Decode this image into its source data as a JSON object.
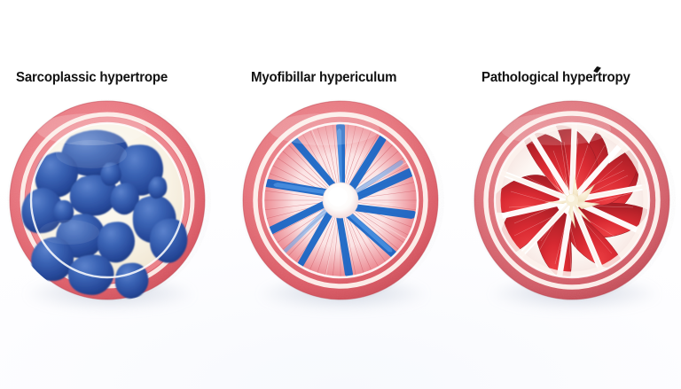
{
  "figure": {
    "background_color": "#fdfdff",
    "kind": "medical-illustration",
    "description": "Three muscle fiber cross-section illustrations shown side by side, each with a bold caption above it."
  },
  "panels": [
    {
      "id": "panel-sarcoplasmic",
      "label": "Sarcoplassic hypertrope",
      "label_has_artifact": false,
      "icon_name": "muscle-cross-section-sarcoplasmic",
      "appearance": "Round cross-section with a thick pink-red outer ring and many large rounded deep-blue fiber bundles separated by cream-white septa.",
      "fiber_color": "#2c57aa",
      "ring_color": "#e8737c",
      "septa_color": "#f6f0e2",
      "fiber_count": 18
    },
    {
      "id": "panel-myofibrillar",
      "label": "Myofibillar hypericulum",
      "label_has_artifact": false,
      "icon_name": "muscle-cross-section-myofibrillar",
      "appearance": "Round cross-section with a pink-red outer ring and dense radial red fibers converging on a small white center, crossed by ten tapered blue spindle streaks.",
      "fiber_color": "#e06470",
      "ring_color": "#e8737c",
      "streak_color": "#1565c8",
      "center_color": "#ffffff",
      "streak_count": 10
    },
    {
      "id": "panel-pathological",
      "label": "Pathological hypertropy",
      "label_has_artifact": true,
      "label_artifact_note": "A small dark mark sits above the 't' in 'hypertropy'.",
      "icon_name": "muscle-cross-section-pathological",
      "appearance": "Round cross-section resembling a citrus slice: ten deep-red wedge segments with feathered fibers, divided by broad white septa radiating from a cream star-shaped center.",
      "fiber_color": "#cf1f28",
      "ring_color": "#e0737a",
      "septa_color": "#ffffff",
      "center_color": "#f2e6cc",
      "segment_count": 10
    }
  ]
}
